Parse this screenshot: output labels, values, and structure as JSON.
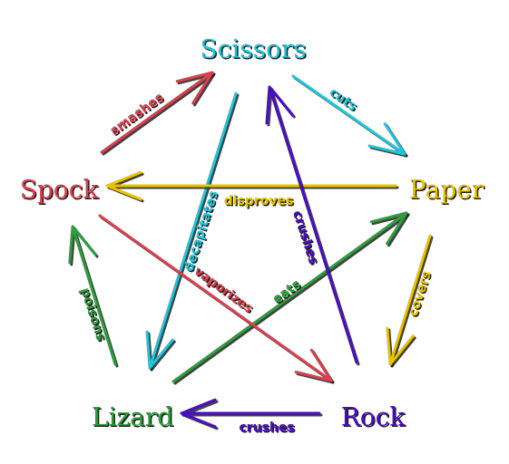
{
  "nodes": [
    {
      "id": "scissors",
      "label": "Scissors",
      "color": "#22c4d8"
    },
    {
      "id": "paper",
      "label": "Paper",
      "color": "#e8c400"
    },
    {
      "id": "rock",
      "label": "Rock",
      "color": "#4a0fc0"
    },
    {
      "id": "lizard",
      "label": "Lizard",
      "color": "#2e9e3e"
    },
    {
      "id": "spock",
      "label": "Spock",
      "color": "#d8404e"
    }
  ],
  "edges": [
    {
      "from": "scissors",
      "to": "paper",
      "label": "cuts",
      "color": "#22c4d8"
    },
    {
      "from": "paper",
      "to": "rock",
      "label": "covers",
      "color": "#e8c400"
    },
    {
      "from": "rock",
      "to": "lizard",
      "label": "crushes",
      "color": "#4a0fc0"
    },
    {
      "from": "lizard",
      "to": "spock",
      "label": "poisons",
      "color": "#2e9e3e"
    },
    {
      "from": "spock",
      "to": "scissors",
      "label": "smashes",
      "color": "#d8404e"
    },
    {
      "from": "scissors",
      "to": "lizard",
      "label": "decapitates",
      "color": "#22c4d8"
    },
    {
      "from": "lizard",
      "to": "paper",
      "label": "eats",
      "color": "#2e9e3e"
    },
    {
      "from": "paper",
      "to": "spock",
      "label": "disproves",
      "color": "#e8c400"
    },
    {
      "from": "spock",
      "to": "rock",
      "label": "vaporizes",
      "color": "#d8404e"
    },
    {
      "from": "rock",
      "to": "scissors",
      "label": "crushes",
      "color": "#4a0fc0"
    }
  ]
}
